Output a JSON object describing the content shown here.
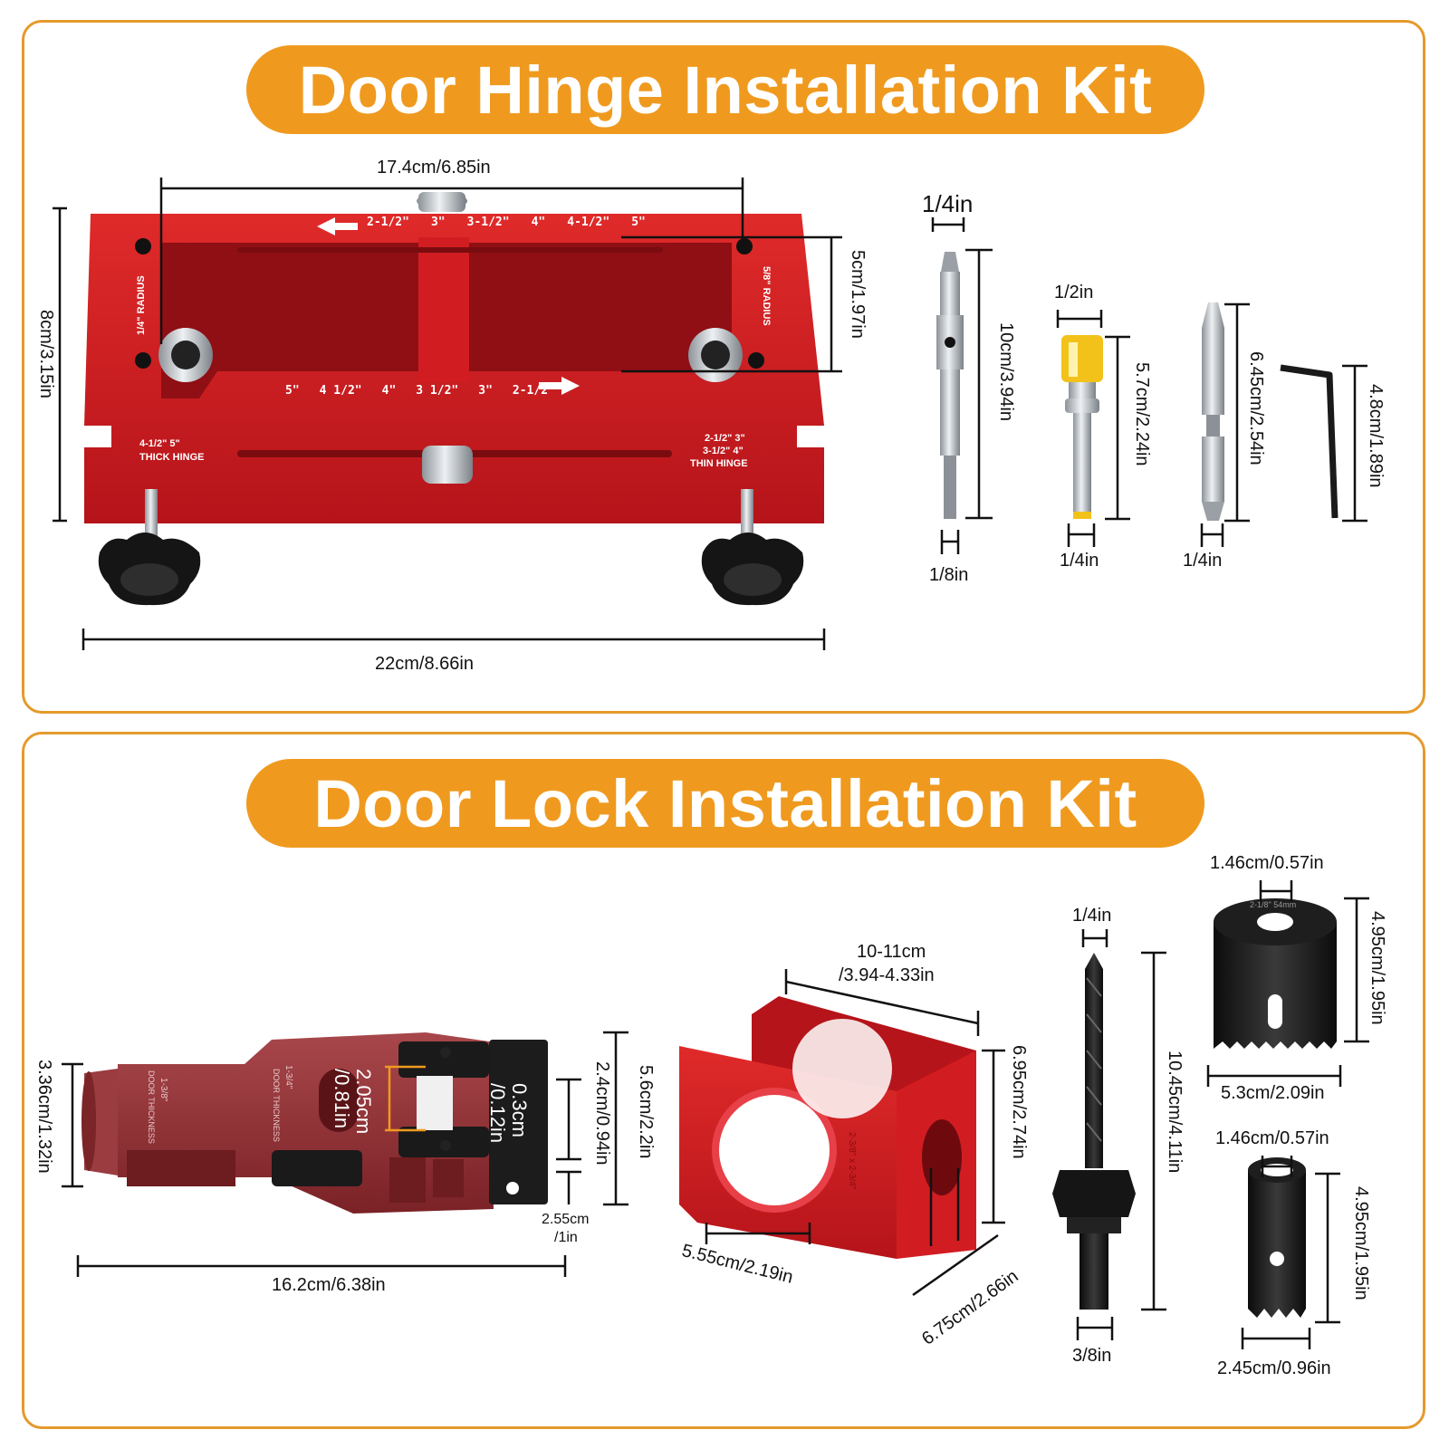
{
  "hinge_kit": {
    "title": "Door Hinge Installation Kit",
    "jig": {
      "width_top": "17.4cm/6.85in",
      "height": "8cm/3.15in",
      "slot_height": "5cm/1.97in",
      "width_bottom": "22cm/8.66in",
      "top_scale": [
        "2-1/2\"",
        "3\"",
        "3-1/2\"",
        "4\"",
        "4-1/2\"",
        "5\""
      ],
      "bottom_scale": [
        "5\"",
        "4 1/2\"",
        "4\"",
        "3 1/2\"",
        "3\"",
        "2-1/2\""
      ],
      "left_radius": "1/4\" RADIUS",
      "right_radius": "5/8\" RADIUS",
      "thick_hinge_sizes": "4-1/2\" 5\"",
      "thick_hinge_label": "THICK HINGE",
      "thin_hinge_sizes_1": "2-1/2\" 3\"",
      "thin_hinge_sizes_2": "3-1/2\" 4\"",
      "thin_hinge_label": "THIN HINGE",
      "body_color": "#c8151b"
    },
    "drill_bit": {
      "shank": "1/4in",
      "length": "10cm/3.94in",
      "tip": "1/8in"
    },
    "router_bit": {
      "cutter": "1/2in",
      "length": "5.7cm/2.24in",
      "shank": "1/4in"
    },
    "screwdriver_bit": {
      "length": "6.45cm/2.54in",
      "width": "1/4in"
    },
    "hex_key": {
      "length": "4.8cm/1.89in"
    }
  },
  "lock_kit": {
    "title": "Door Lock Installation Kit",
    "mortise_jig": {
      "height_left": "3.36cm/1.32in",
      "inner_1": "2.05cm",
      "inner_2": "/0.81in",
      "gap_1": "0.3cm",
      "gap_2": "/0.12in",
      "h_1": "2.4cm/0.94in",
      "h_2": "5.6cm/2.2in",
      "small_1": "2.55cm",
      "small_2": "/1in",
      "length": "16.2cm/6.38in",
      "door_thickness_1": "1-3/8\"",
      "door_thickness_2": "1-3/4\"",
      "door_thickness_label": "DOOR THICKNESS",
      "body_color": "#8f2f33"
    },
    "lock_jig": {
      "width_1": "10-11cm",
      "width_2": "/3.94-4.33in",
      "height": "6.95cm/2.74in",
      "hole": "5.55cm/2.19in",
      "depth": "6.75cm/2.66in",
      "stamp": "2-3/8\" x 2-3/4\"",
      "body_color": "#e0161d"
    },
    "pilot_drill": {
      "tip": "1/4in",
      "length": "10.45cm/4.11in",
      "shank": "3/8in"
    },
    "hole_saw_large": {
      "arbor": "1.46cm/0.57in",
      "height": "4.95cm/1.95in",
      "diameter": "5.3cm/2.09in",
      "stamp": "2-1/8\" 54mm"
    },
    "hole_saw_small": {
      "arbor": "1.46cm/0.57in",
      "height": "4.95cm/1.95in",
      "diameter": "2.45cm/0.96in"
    }
  },
  "accent_color": "#ef9a1f"
}
